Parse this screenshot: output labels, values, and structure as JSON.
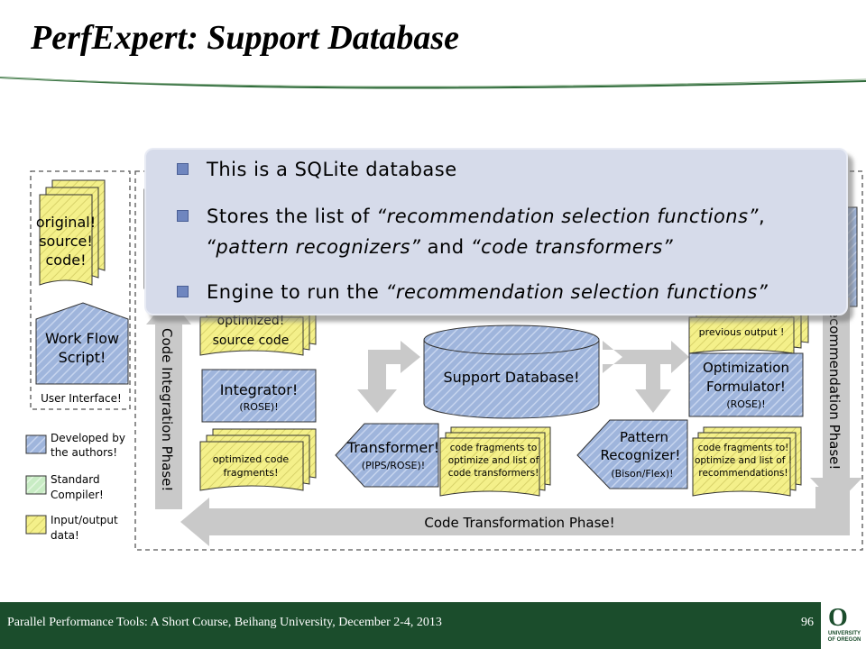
{
  "slide": {
    "title": "PerfExpert: Support Database",
    "footer": "Parallel Performance Tools: A Short Course, Beihang University, December 2-4, 2013",
    "page_number": "96",
    "logo": {
      "mark": "O",
      "text": [
        "UNIVERSITY",
        "OF OREGON"
      ]
    }
  },
  "callout": {
    "bullets": [
      {
        "segments": [
          {
            "text": "This is a SQLite database",
            "italic": false
          }
        ]
      },
      {
        "segments": [
          {
            "text": "Stores the list of ",
            "italic": false
          },
          {
            "text": "“recommendation selection functions”",
            "italic": true
          },
          {
            "text": ",",
            "italic": false
          }
        ],
        "continuation": [
          {
            "text": "“pattern recognizers”",
            "italic": true
          },
          {
            "text": " and ",
            "italic": false
          },
          {
            "text": "“code transformers”",
            "italic": true
          }
        ]
      },
      {
        "segments": [
          {
            "text": "Engine to run the ",
            "italic": false
          },
          {
            "text": "“recommendation selection functions”",
            "italic": true
          }
        ]
      }
    ]
  },
  "diagram": {
    "colors": {
      "developed": "#9fb5dc",
      "compiler": "#c8ecc4",
      "data": "#f4f08a",
      "arrow": "#c9c9c9"
    },
    "original_source": [
      "original!",
      "source!",
      "code!"
    ],
    "workflow": [
      "Work Flow",
      "Script!"
    ],
    "user_interface": "User Interface!",
    "legend": [
      {
        "lines": [
          "Developed by",
          "the authors!"
        ],
        "kind": "developed"
      },
      {
        "lines": [
          "Standard",
          "Compiler!"
        ],
        "kind": "compiler"
      },
      {
        "lines": [
          "Input/output",
          "data!"
        ],
        "kind": "data"
      }
    ],
    "code_integration_phase": "Code Integration Phase!",
    "optimized_source": [
      "optimized!",
      "source code"
    ],
    "integrator": {
      "name": "Integrator!",
      "tool": "(ROSE)!"
    },
    "optimized_fragments": [
      "optimized code",
      "fragments!"
    ],
    "support_database": "Support Database!",
    "transformer": {
      "name": "Transformer!",
      "tool": "(PIPS/ROSE)!"
    },
    "transformer_output": [
      "code fragments to",
      "optimize and list of",
      "code transformers!"
    ],
    "pattern_recognizer": {
      "lines": [
        "Pattern",
        "Recognizer!"
      ],
      "tool": "(Bison/Flex)!"
    },
    "recognizer_output": [
      "code fragments to!",
      "optimize and list of !",
      "recommendations!"
    ],
    "previous_output": "previous output !",
    "optimization_formulator": {
      "lines": [
        "Optimization",
        "Formulator!"
      ],
      "tool": "(ROSE)!"
    },
    "recommendation_phase": "Recommendation Phase!",
    "code_transformation_phase": "Code Transformation Phase!"
  }
}
